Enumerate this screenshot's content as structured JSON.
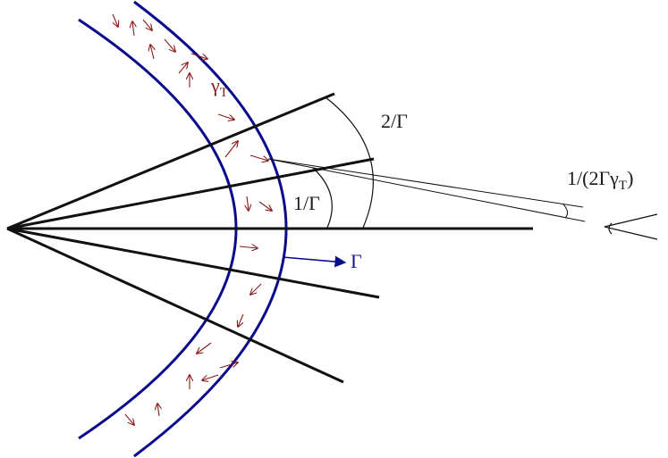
{
  "labels": {
    "gamma_T": {
      "main": "γ",
      "sub": "T"
    },
    "angle_2_over_Gamma": "2/Γ",
    "angle_1_over_Gamma": "1/Γ",
    "velocity_Gamma": "Γ",
    "observer_angle": {
      "prefix": "1/(2Γγ",
      "sub": "T",
      "suffix": ")"
    }
  },
  "colors": {
    "shell": "#0a0a8c",
    "arrows": "#8b1a1a",
    "lines": "#111111"
  }
}
